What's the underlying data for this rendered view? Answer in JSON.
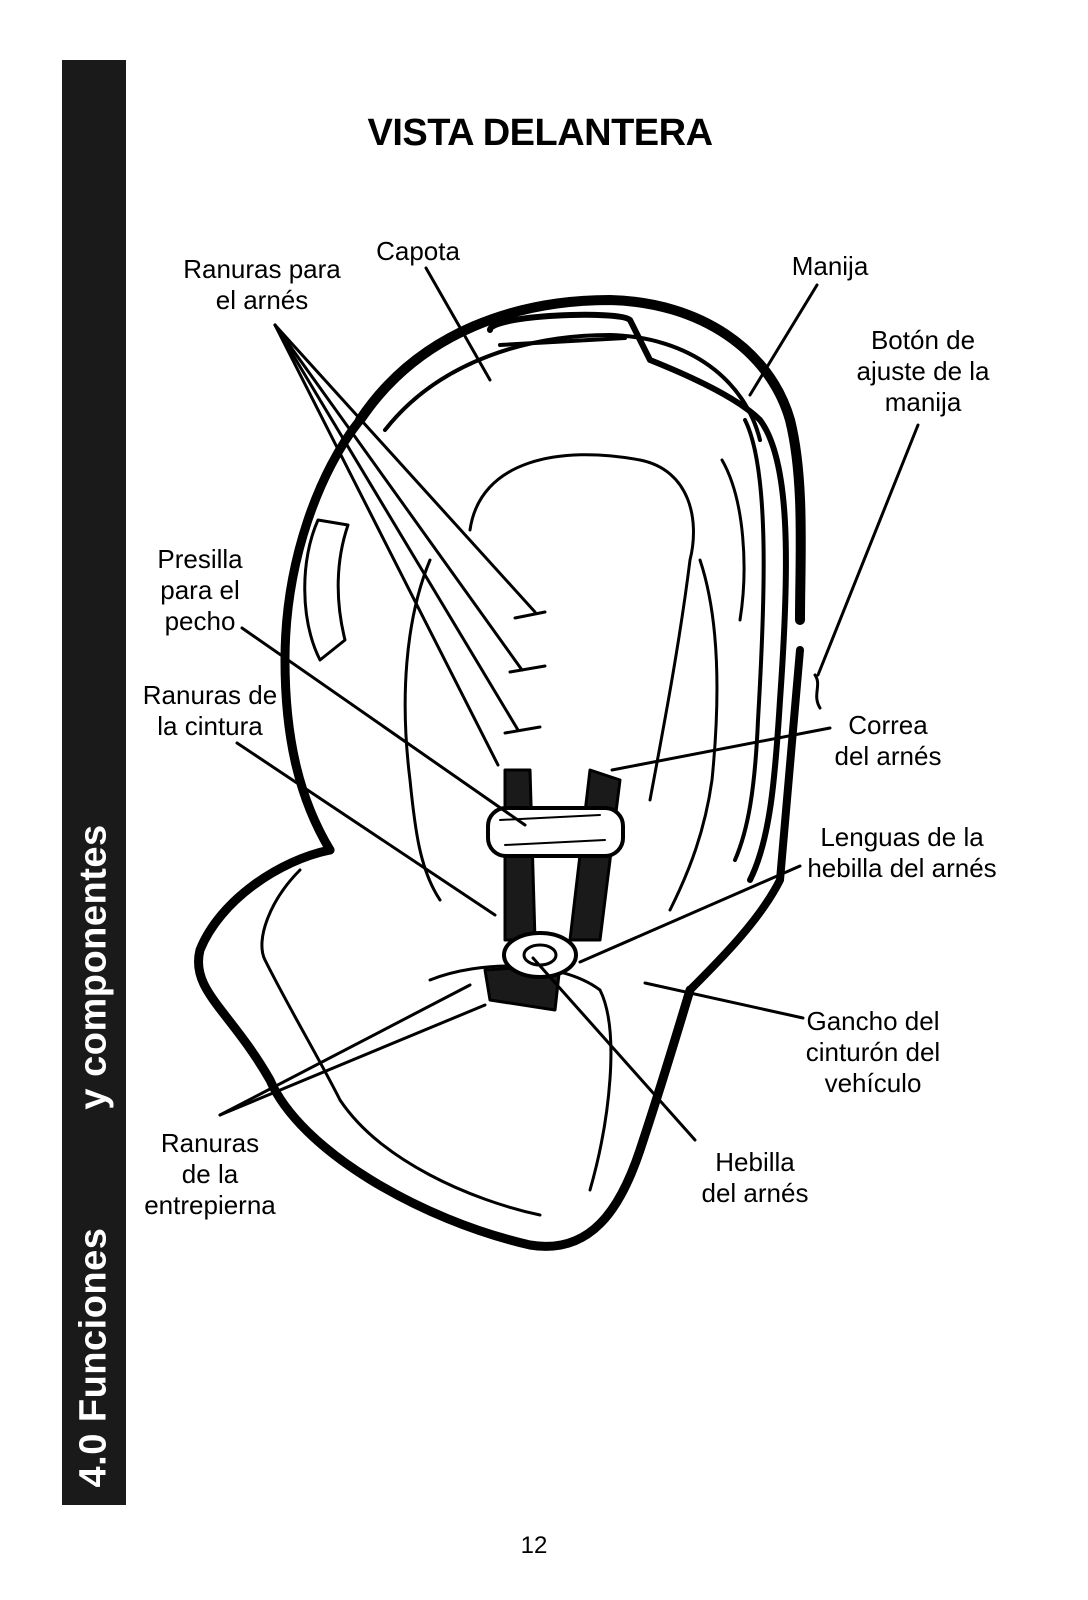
{
  "side_tab": {
    "part1": "4.0 Funciones",
    "part2": "y componentes"
  },
  "title": "VISTA DELANTERA",
  "labels": {
    "capota": "Capota",
    "ranuras_arnes": "Ranuras para\nel arnés",
    "manija": "Manija",
    "boton_ajuste": "Botón de\najuste de la\nmanija",
    "presilla_pecho": "Presilla\npara el\npecho",
    "ranuras_cintura": "Ranuras de\nla cintura",
    "correa_arnes": "Correa\ndel arnés",
    "lenguas_hebilla": "Lenguas de la\nhebilla del arnés",
    "gancho_cinturon": "Gancho del\ncinturón del\nvehículo",
    "hebilla_arnes": "Hebilla\ndel arnés",
    "ranuras_entrepierna": "Ranuras\nde la\nentrepierna"
  },
  "page_number": "12"
}
